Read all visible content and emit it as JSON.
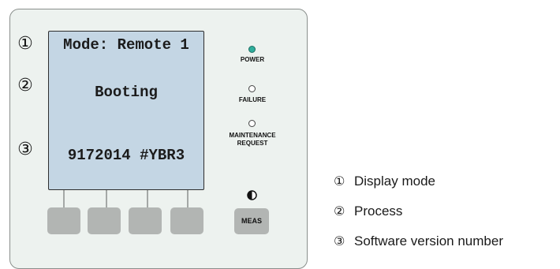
{
  "callouts": [
    "①",
    "②",
    "③"
  ],
  "screen": {
    "line1": "Mode: Remote 1",
    "line2": "Booting",
    "line3": "9172014 #YBR3"
  },
  "indicators": [
    {
      "label": "POWER",
      "state": "on",
      "color": "#2fae9c"
    },
    {
      "label": "FAILURE",
      "state": "off"
    },
    {
      "label": "MAINTENANCE\nREQUEST",
      "state": "off"
    }
  ],
  "buttons": {
    "meas_label": "MEAS",
    "contrast_icon": "contrast-icon",
    "softkey_count": 4
  },
  "legend": [
    {
      "num": "①",
      "text": "Display mode"
    },
    {
      "num": "②",
      "text": "Process"
    },
    {
      "num": "③",
      "text": "Software version number"
    }
  ]
}
